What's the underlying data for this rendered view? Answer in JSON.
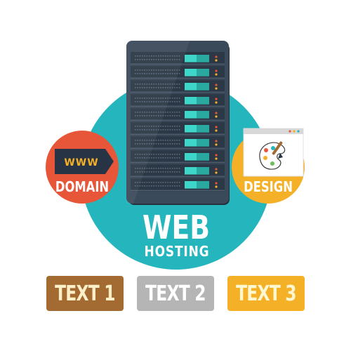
{
  "main": {
    "title_line1": "WEB",
    "title_line2": "HOSTING"
  },
  "domain_badge": {
    "tag": "WWW",
    "label": "DOMAIN"
  },
  "design_badge": {
    "label": "DESIGN"
  },
  "buttons": [
    {
      "label": "TEXT 1"
    },
    {
      "label": "TEXT 2"
    },
    {
      "label": "TEXT 3"
    }
  ],
  "colors": {
    "teal": "#25b5bd",
    "server_body": "#3b4a5a",
    "server_slot": "#2c3845",
    "led": "#3dd6c8",
    "domain_circle": "#e8563a",
    "design_circle": "#f4b027",
    "text1_bg": "#a36a32",
    "text2_bg": "#b5b5b5",
    "text3_bg": "#f4b027"
  }
}
